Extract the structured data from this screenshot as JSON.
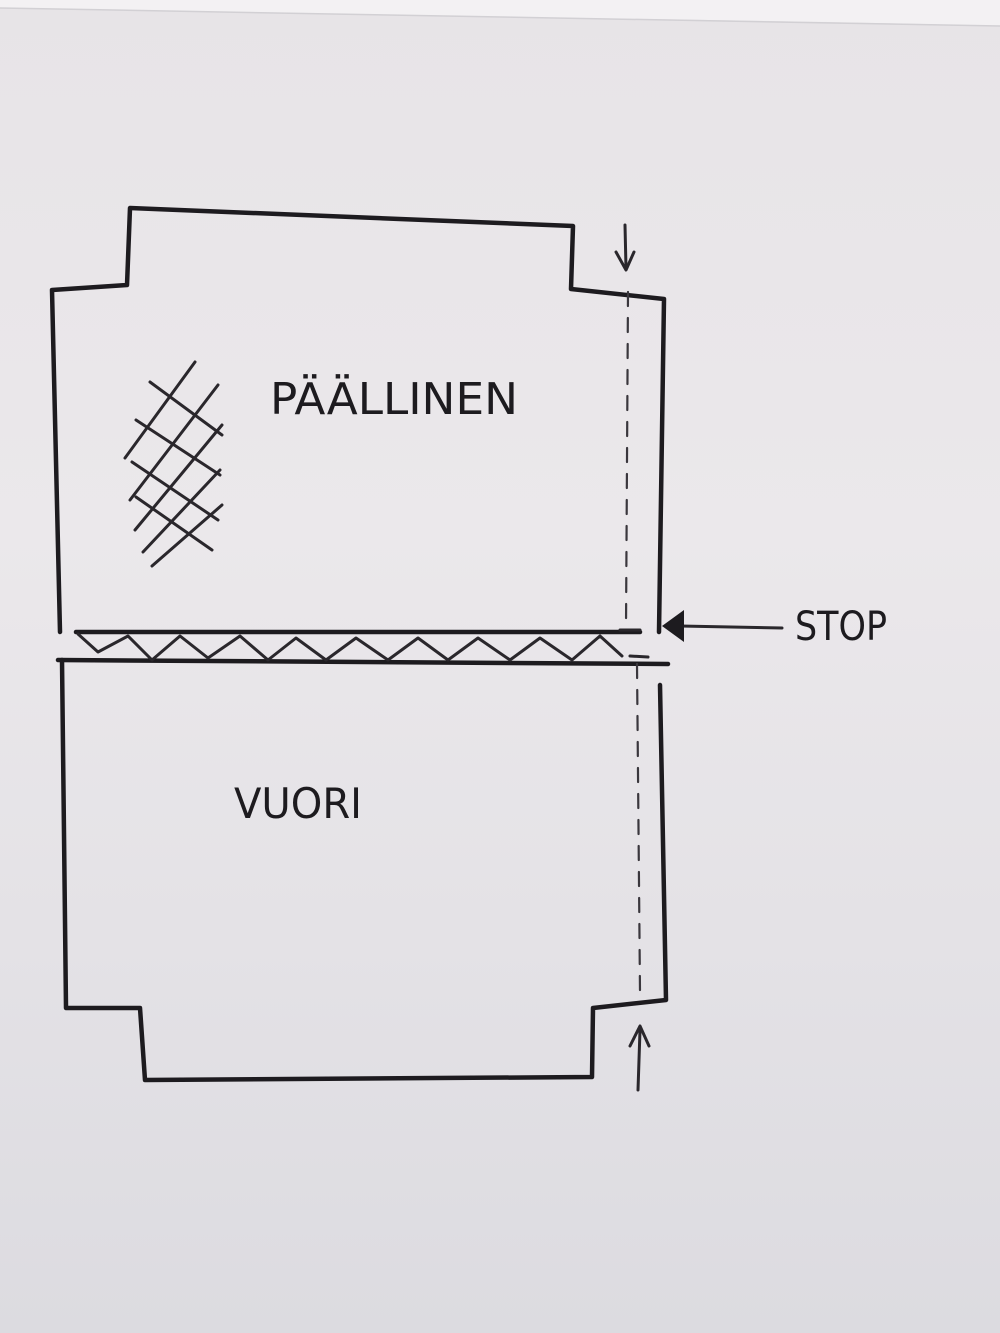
{
  "labels": {
    "outer_fabric": "PÄÄLLINEN",
    "lining": "VUORI",
    "stop": "STOP"
  },
  "colors": {
    "ink": "#1d1b1f",
    "paper": "#e9e6e9"
  }
}
